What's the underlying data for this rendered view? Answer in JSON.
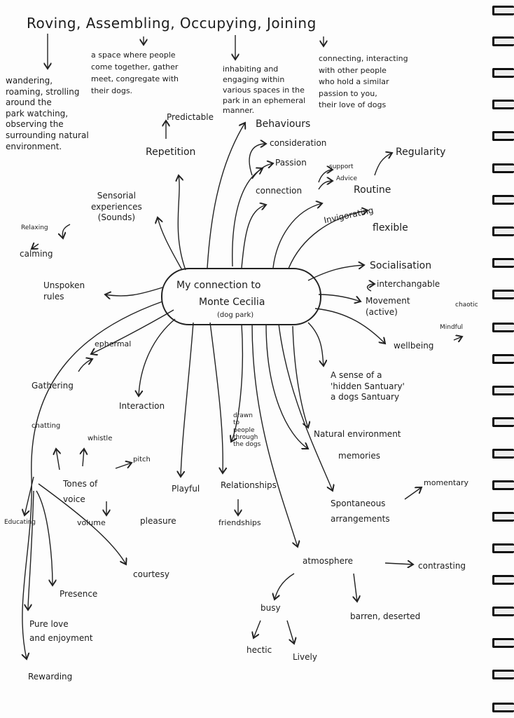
{
  "title": "Roving, Assembling, Occupying, Joining",
  "center": {
    "line1": "My connection to",
    "line2": "Monte Cecilia",
    "line3": "(dog park)"
  },
  "definitions": {
    "roving": "wandering,\nroaming, strolling\naround the\npark watching,\nobserving the\nsurrounding natural\nenvironment.",
    "assembling": "a space where people\ncome together, gather\nmeet, congregate with\ntheir dogs.",
    "occupying": "inhabiting and\nengaging within\nvarious spaces in the\npark in an ephemeral\nmanner.",
    "joining": "connecting, interacting\nwith other people\nwho hold a similar\npassion to you,\ntheir love of dogs"
  },
  "nodes": {
    "predictable": "Predictable",
    "behaviours": "Behaviours",
    "repetition": "Repetition",
    "consideration": "consideration",
    "passion": "Passion",
    "support": "support",
    "advice": "Advice",
    "regularity": "Regularity",
    "connection": "connection",
    "routine": "Routine",
    "sensorial": "Sensorial\nexperiences\n(Sounds)",
    "invigorating": "Invigorating",
    "flexible": "flexible",
    "relaxing": "Relaxing",
    "calming": "calming",
    "socialisation": "Socialisation",
    "unspoken": "Unspoken\nrules",
    "interchangable": "interchangable",
    "movement": "Movement\n(active)",
    "chaotic": "chaotic",
    "mindful": "Mindful",
    "wellbeing": "wellbeing",
    "ephemeral": "ephermal",
    "sanctuary": "A sense of a\n'hidden Santuary'\na dogs Santuary",
    "gathering": "Gathering",
    "interaction": "Interaction",
    "chatting": "chatting",
    "whistle": "whistle",
    "drawn": "drawn\nto\npeople\nthrough\nthe dogs",
    "natural": "Natural environment",
    "memories": "memories",
    "pitch": "pitch",
    "tones": "Tones of\nvoice",
    "playful": "Playful",
    "relationships": "Relationships",
    "momentary": "momentary",
    "spontaneous": "Spontaneous\n      arrangements",
    "educating": "Educating",
    "volume": "volume",
    "pleasure": "pleasure",
    "friendships": "friendships",
    "atmosphere": "atmosphere",
    "contrasting": "contrasting",
    "courtesy": "courtesy",
    "presence": "Presence",
    "busy": "busy",
    "barren": "barren, deserted",
    "purelove": "Pure love\n   and enjoyment",
    "hectic": "hectic",
    "lively": "Lively",
    "rewarding": "Rewarding"
  }
}
